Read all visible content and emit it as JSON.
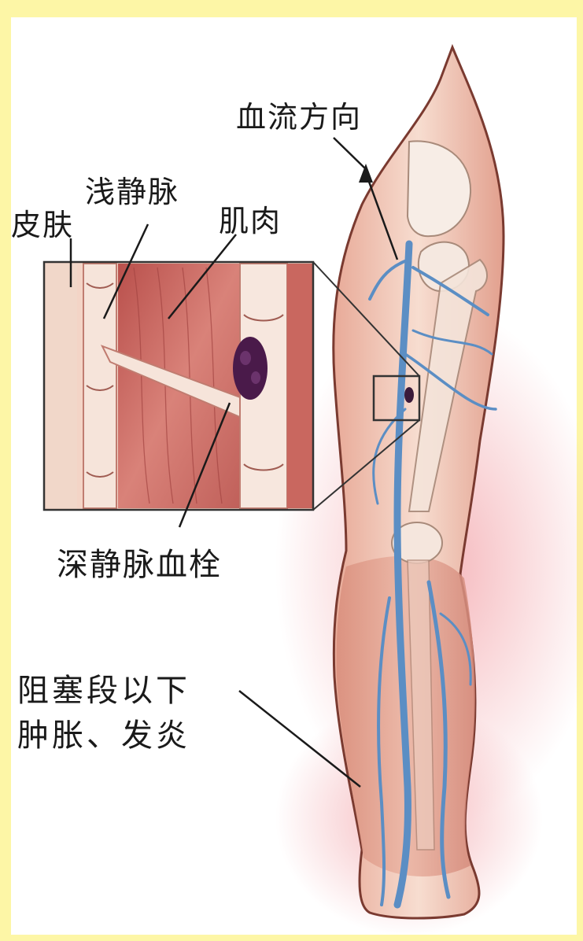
{
  "labels": {
    "blood_flow_direction": "血流方向",
    "superficial_vein": "浅静脉",
    "skin": "皮肤",
    "muscle": "肌肉",
    "deep_vein_thrombosis": "深静脉血栓",
    "swelling_line1": "阻塞段以下",
    "swelling_line2": "肿胀、发炎"
  },
  "colors": {
    "frame": "#fdf6a6",
    "skin_tone": "#f3cfc0",
    "muscle": "#c8625e",
    "vein_blue": "#5b8ec4",
    "clot": "#4a1a4a",
    "inflammation": "#f2a0a6"
  }
}
